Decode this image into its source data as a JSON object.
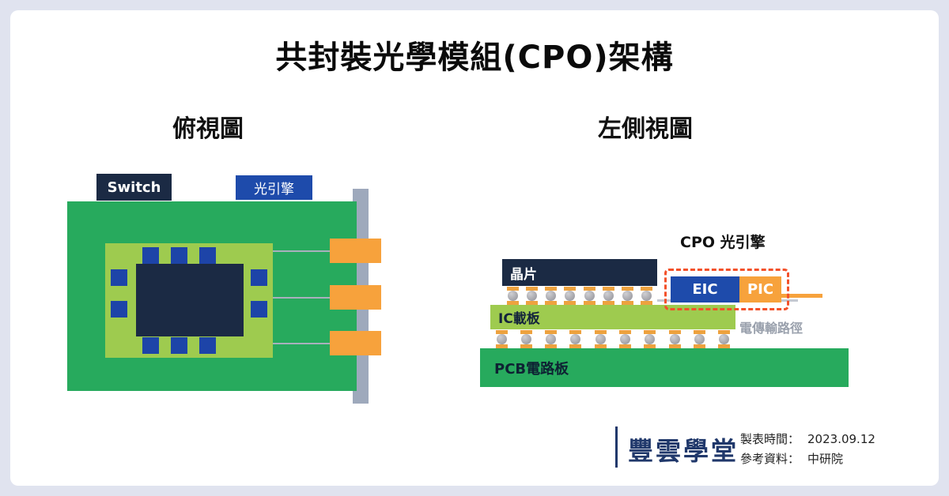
{
  "page": {
    "title": "共封裝光學模組(CPO)架構"
  },
  "top_view": {
    "heading": "俯視圖",
    "switch_label": "Switch",
    "engine_label": "光引擎",
    "port_count": 3
  },
  "side_view": {
    "heading": "左側視圖",
    "cpo_label": "CPO 光引擎",
    "chip_label": "晶片",
    "eic_label": "EIC",
    "pic_label": "PIC",
    "substrate_label": "IC載板",
    "path_label": "電傳輸路徑",
    "pcb_label": "PCB電路板",
    "solder_balls_row1": 8,
    "solder_balls_row2": 10
  },
  "footer": {
    "brand": "豐雲學堂",
    "date_label": "製表時間：",
    "date_value": "2023.09.12",
    "source_label": "參考資料：",
    "source_value": "中研院"
  },
  "colors": {
    "background": "#e0e3ef",
    "card": "#ffffff",
    "navy": "#1b2a44",
    "blue": "#1e4bab",
    "green": "#27aa5d",
    "light_green": "#9ecb4f",
    "orange": "#f7a23c",
    "faceplate_gray": "#9ea9bc",
    "dashed_red": "#f3512a",
    "path_gray": "#99a0ac",
    "brand_navy": "#20386b"
  }
}
